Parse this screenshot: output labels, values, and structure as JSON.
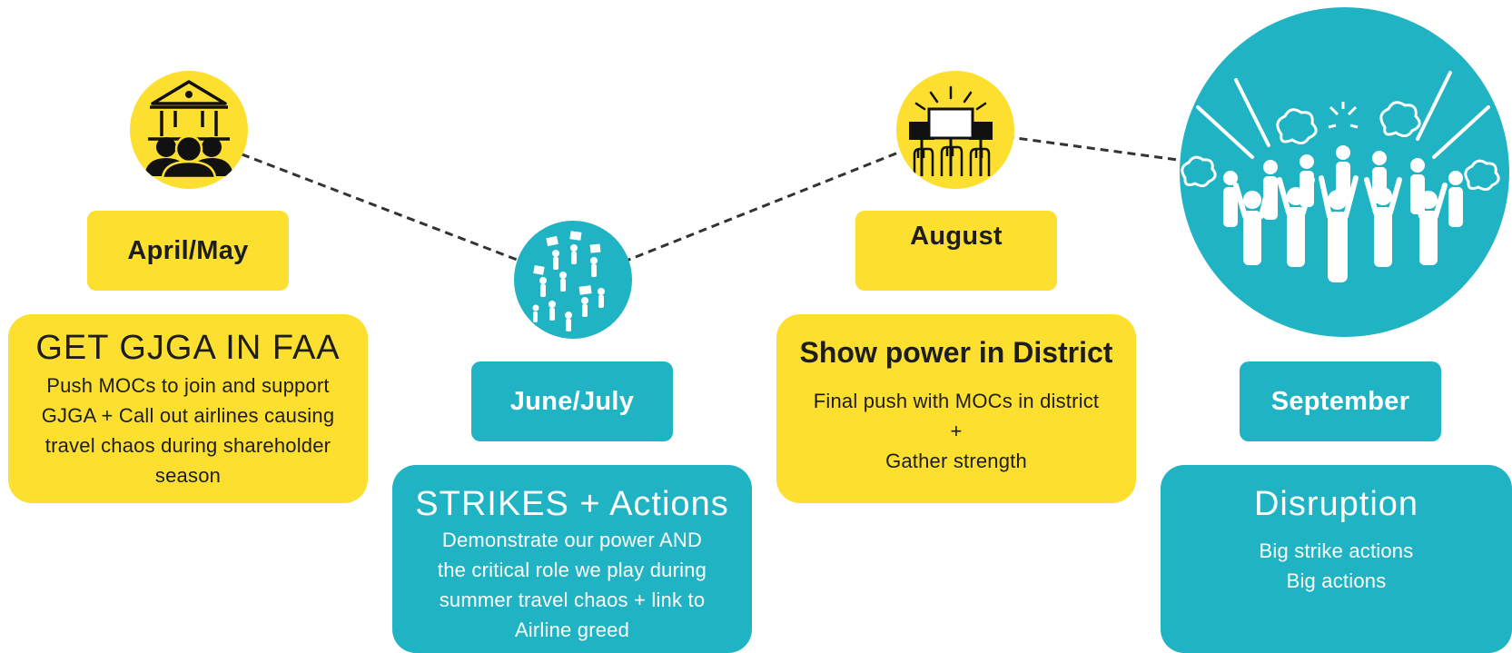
{
  "colors": {
    "yellow": "#FDE02F",
    "teal": "#20B3C3",
    "dark_text": "#1d1d1d",
    "light_text": "#ffffff",
    "connector": "#333333"
  },
  "stages": [
    {
      "period": "April/May",
      "title": "GET GJGA IN FAA",
      "body": "Push MOCs to join and support\nGJGA + Call out airlines causing\ntravel chaos during shareholder\nseason",
      "color": "yellow",
      "icon": "government-building-people-icon"
    },
    {
      "period": "June/July",
      "title": "STRIKES + Actions",
      "body": "Demonstrate our power AND\nthe critical role we play during\nsummer travel chaos + link to\nAirline greed",
      "color": "teal",
      "icon": "marching-crowd-icon"
    },
    {
      "period": "August",
      "title": "Show power in District",
      "body": "Final push with MOCs in district\n+\nGather strength",
      "color": "yellow",
      "icon": "protest-signs-fists-icon"
    },
    {
      "period": "September",
      "title": "Disruption",
      "body": "Big strike actions\nBig actions",
      "color": "teal",
      "icon": "angry-crowd-icon"
    }
  ]
}
